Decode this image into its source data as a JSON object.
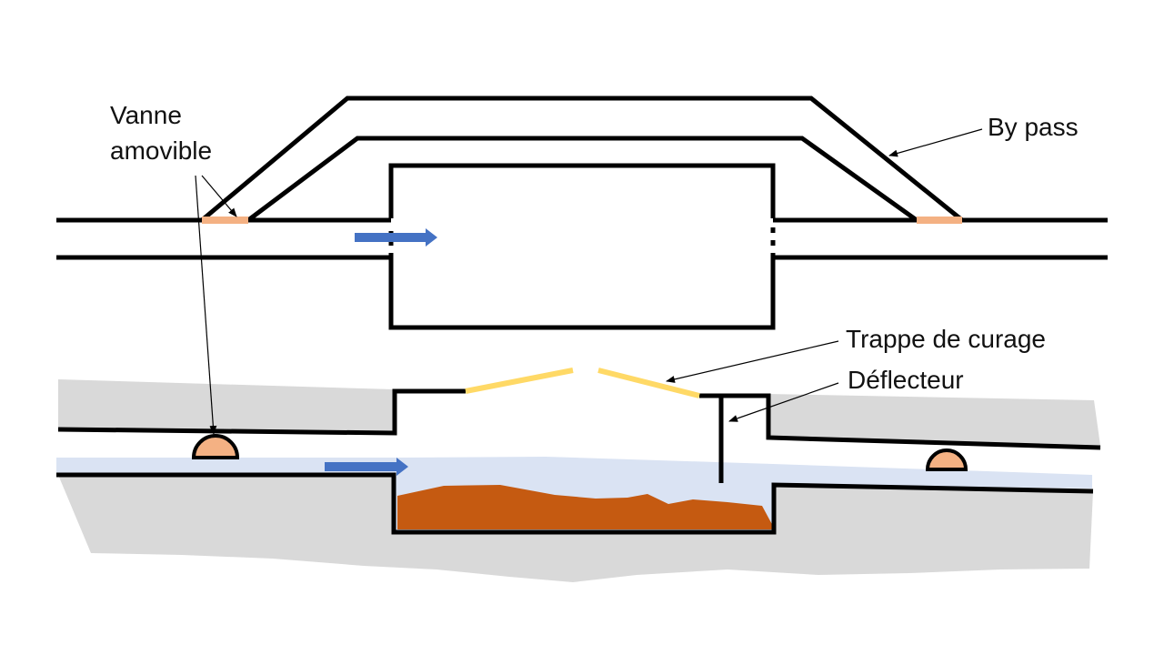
{
  "labels": {
    "vanne_line1": "Vanne",
    "vanne_line2": "amovible",
    "bypass": "By pass",
    "trappe": "Trappe de curage",
    "deflecteur": "Déflecteur"
  },
  "colors": {
    "pipe_outline": "#000000",
    "valve": "#F4B183",
    "water": "#DAE3F3",
    "ground": "#D9D9D9",
    "sediment": "#C55A11",
    "hatch": "#FFD966",
    "flow_arrow": "#4472C4"
  },
  "icons": {
    "flow": "right-arrow-icon"
  }
}
